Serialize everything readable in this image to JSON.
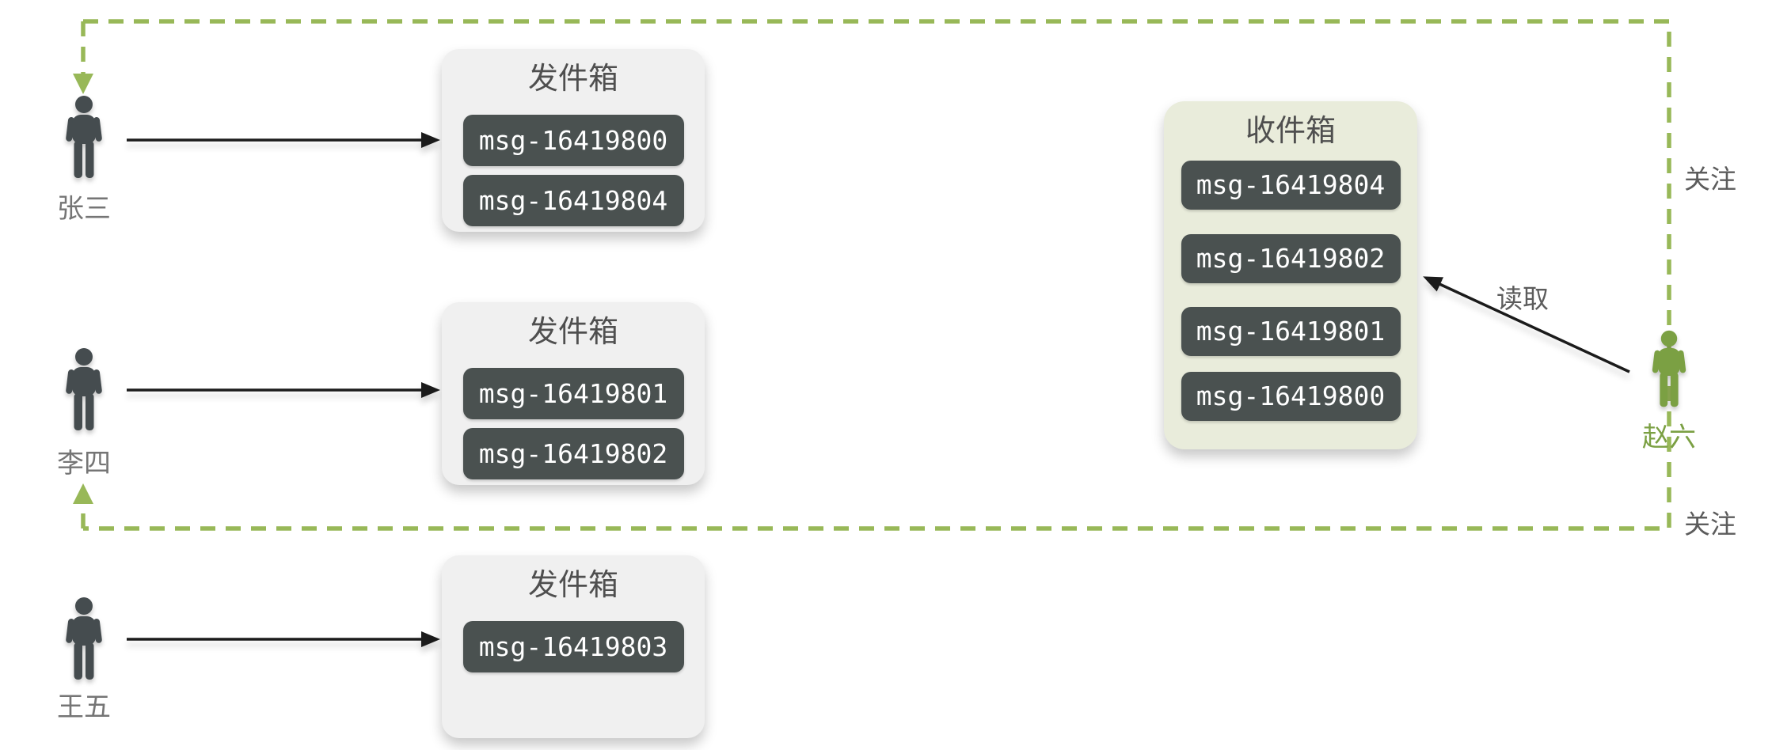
{
  "users": [
    {
      "name": "张三"
    },
    {
      "name": "李四"
    },
    {
      "name": "王五"
    },
    {
      "name": "赵六"
    }
  ],
  "outboxes": [
    {
      "title": "发件箱",
      "messages": [
        "msg-16419800",
        "msg-16419804"
      ]
    },
    {
      "title": "发件箱",
      "messages": [
        "msg-16419801",
        "msg-16419802"
      ]
    },
    {
      "title": "发件箱",
      "messages": [
        "msg-16419803"
      ]
    }
  ],
  "inbox": {
    "title": "收件箱",
    "messages": [
      "msg-16419804",
      "msg-16419802",
      "msg-16419801",
      "msg-16419800"
    ]
  },
  "labels": {
    "follow_top": "关注",
    "follow_bottom": "关注",
    "read": "读取"
  },
  "colors": {
    "green_dash": "#98b858",
    "green_person": "#7ba043",
    "dark_person": "#454c4f",
    "pill_bg": "#4a5150",
    "pill_text": "#ffffff",
    "outbox_bg": "#f0f0f0",
    "inbox_bg": "#e9ecdb",
    "label_gray": "#5c5c5c",
    "name_gray": "#757575",
    "title_gray": "#4f4f4f",
    "arrow_black": "#1b1b1b"
  }
}
